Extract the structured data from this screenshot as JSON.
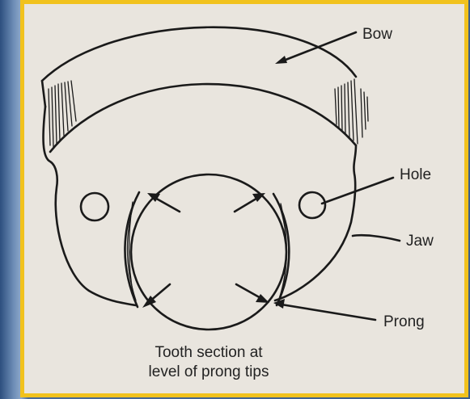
{
  "labels": {
    "bow": "Bow",
    "hole": "Hole",
    "jaw": "Jaw",
    "prong": "Prong"
  },
  "caption": {
    "line1": "Tooth section at",
    "line2": "level of prong tips"
  },
  "colors": {
    "frame": "#f1c21d",
    "panel": "#e9e5de",
    "ink": "#1a1a1a",
    "backdrop": "#3b5f8e"
  }
}
